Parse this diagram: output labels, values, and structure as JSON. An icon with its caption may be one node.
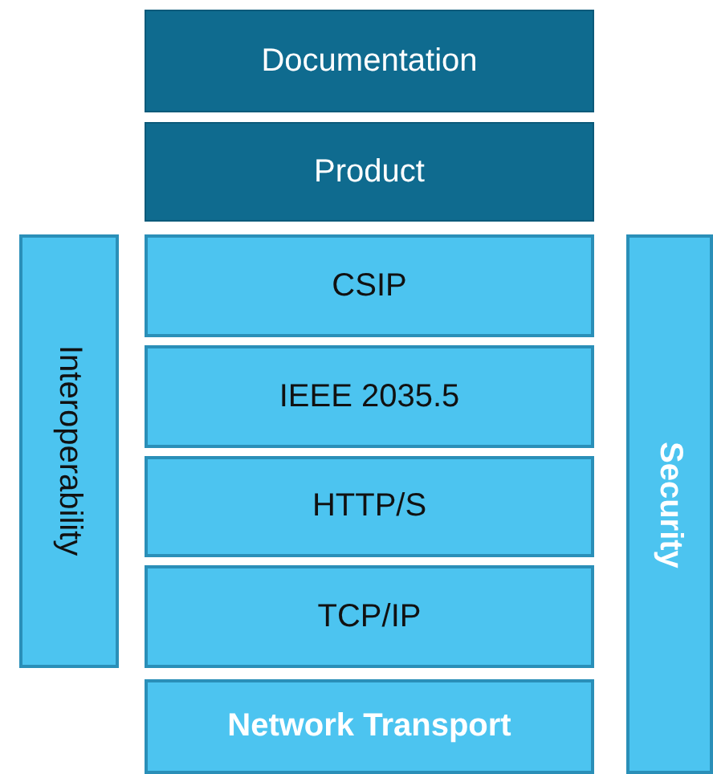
{
  "diagram": {
    "nodes": [
      {
        "text": [
          "Documentation"
        ]
      },
      {
        "text": [
          "Product"
        ]
      },
      {
        "text": [
          "Interoperability"
        ]
      },
      {
        "text": [
          "CSIP"
        ]
      },
      {
        "text": [
          "IEEE 2035.5"
        ]
      },
      {
        "text": [
          "HTTP/S"
        ]
      },
      {
        "text": [
          "Security"
        ]
      },
      {
        "text": [
          "TCP/IP"
        ]
      },
      {
        "text": [
          "Network Transport"
        ]
      }
    ]
  }
}
